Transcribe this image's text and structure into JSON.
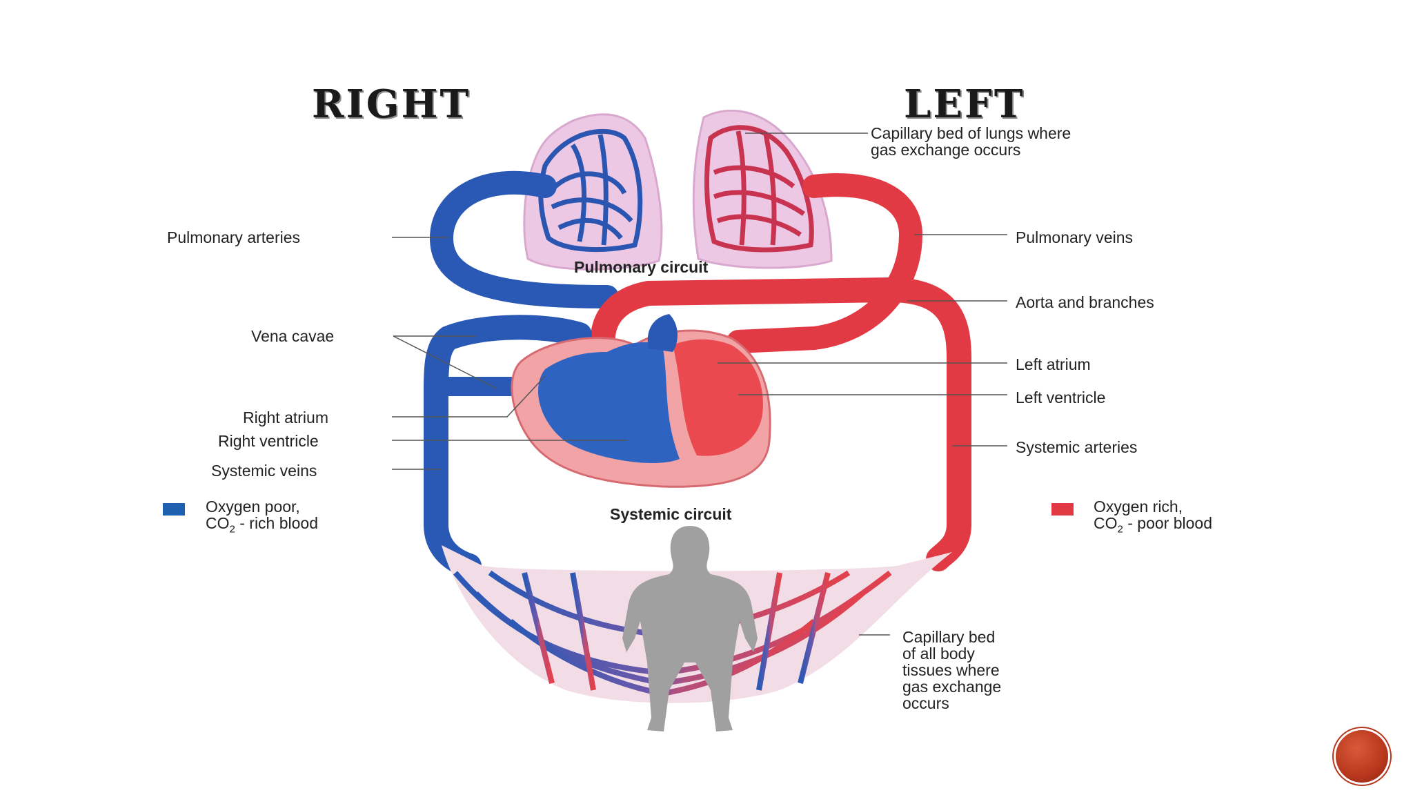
{
  "header": {
    "right_title": "RIGHT",
    "left_title": "LEFT"
  },
  "labels": {
    "capillary_lungs": "Capillary bed of lungs where",
    "capillary_lungs_2": "gas exchange occurs",
    "pulmonary_arteries": "Pulmonary arteries",
    "pulmonary_veins": "Pulmonary veins",
    "pulmonary_circuit": "Pulmonary circuit",
    "aorta": "Aorta and branches",
    "vena_cavae": "Vena cavae",
    "left_atrium": "Left atrium",
    "left_ventricle": "Left ventricle",
    "right_atrium": "Right atrium",
    "right_ventricle": "Right ventricle",
    "systemic_arteries": "Systemic arteries",
    "systemic_veins": "Systemic veins",
    "systemic_circuit": "Systemic circuit",
    "capillary_body_1": "Capillary bed",
    "capillary_body_2": "of all body",
    "capillary_body_3": "tissues where",
    "capillary_body_4": "gas exchange",
    "capillary_body_5": "occurs"
  },
  "legend": {
    "poor_line1": "Oxygen poor,",
    "poor_line2_pre": "CO",
    "poor_line2_sub": "2",
    "poor_line2_post": " - rich blood",
    "rich_line1": "Oxygen rich,",
    "rich_line2_pre": "CO",
    "rich_line2_sub": "2",
    "rich_line2_post": " - poor blood"
  },
  "colors": {
    "oxygen_poor": "#1f5fb0",
    "oxygen_rich": "#e23a44",
    "nav_button": "#b8371d"
  },
  "icons": {
    "nav": "nav-circle-icon",
    "human": "human-figure-icon"
  }
}
